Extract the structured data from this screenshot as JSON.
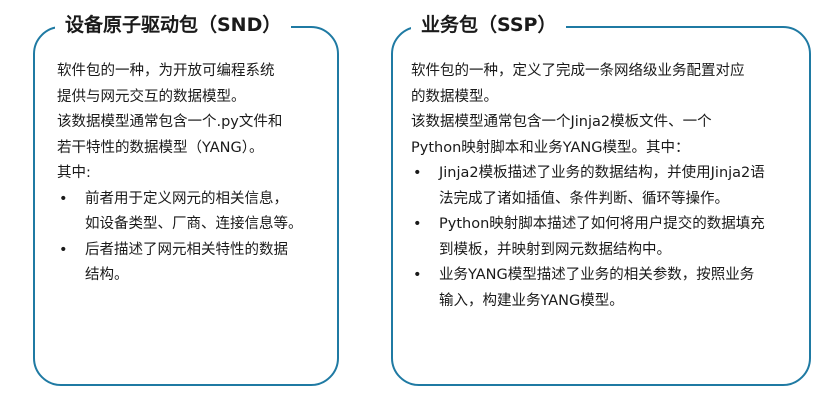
{
  "left_card": {
    "title": "设备原子驱动包（SND）",
    "intro_lines": [
      "软件包的一种，为开放可编程系统",
      "提供与网元交互的数据模型。",
      "该数据模型通常包含一个.py文件和",
      "若干特性的数据模型（YANG）。"
    ],
    "label": "其中:",
    "bullets": [
      {
        "lines": [
          "前者用于定义网元的相关信息，",
          "如设备类型、厂商、连接信息等。"
        ]
      },
      {
        "lines": [
          "后者描述了网元相关特性的数据",
          "结构。"
        ]
      }
    ]
  },
  "right_card": {
    "title": "业务包（SSP）",
    "intro_lines": [
      "软件包的一种，定义了完成一条网络级业务配置对应",
      "的数据模型。",
      "该数据模型通常包含一个Jinja2模板文件、一个",
      "Python映射脚本和业务YANG模型。其中："
    ],
    "bullets": [
      {
        "lines": [
          "Jinja2模板描述了业务的数据结构，并使用Jinja2语",
          "法完成了诸如插值、条件判断、循环等操作。"
        ]
      },
      {
        "lines": [
          "Python映射脚本描述了如何将用户提交的数据填充",
          "到模板，并映射到网元数据结构中。"
        ]
      },
      {
        "lines": [
          "业务YANG模型描述了业务的相关参数，按照业务",
          "输入，构建业务YANG模型。"
        ]
      }
    ]
  },
  "bullet_char": "•",
  "colors": {
    "border": "#1f7aa3",
    "text": "#1a1a1a",
    "background": "#ffffff"
  }
}
